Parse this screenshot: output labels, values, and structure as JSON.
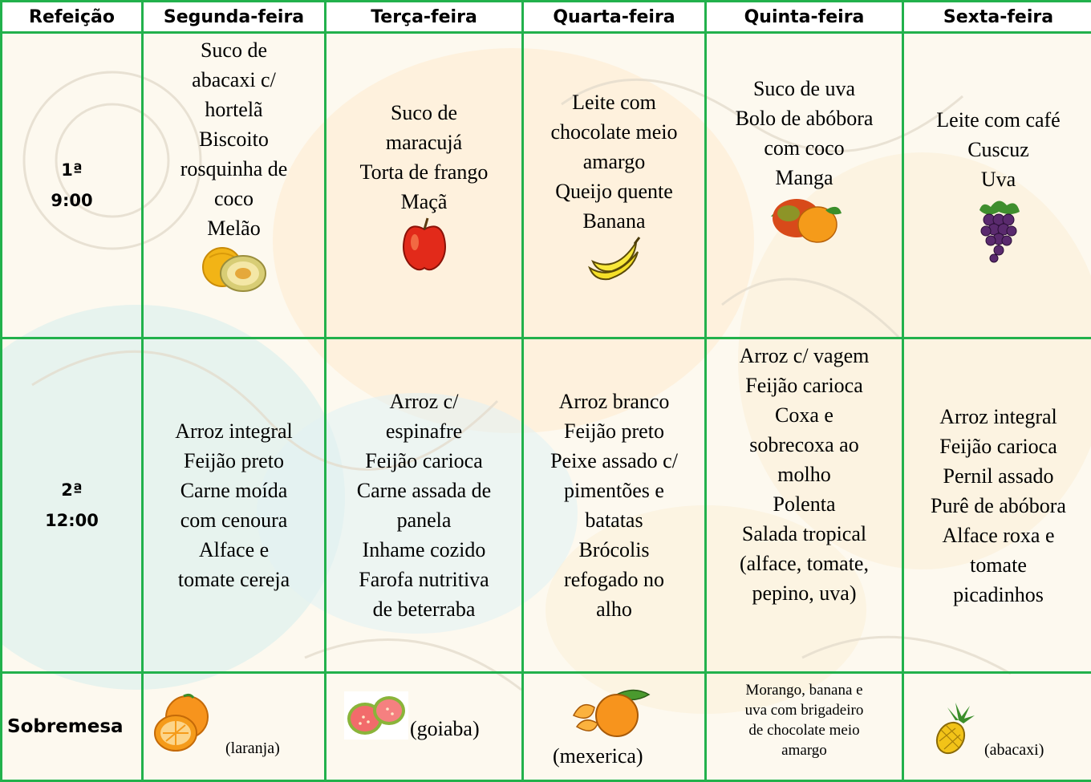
{
  "header": {
    "meal": "Refeição",
    "days": [
      "Segunda-feira",
      "Terça-feira",
      "Quarta-feira",
      "Quinta-feira",
      "Sexta-feira"
    ]
  },
  "rows": [
    {
      "label": [
        "1ª",
        "9:00"
      ],
      "cells": [
        {
          "lines": [
            "Suco de",
            "abacaxi c/",
            "hortelã",
            "Biscoito",
            "rosquinha de",
            "coco",
            "Melão"
          ],
          "icon": "melon-icon"
        },
        {
          "lines": [
            "Suco de",
            "maracujá",
            "Torta de frango",
            "Maçã"
          ],
          "icon": "apple-icon"
        },
        {
          "lines": [
            "Leite com",
            "chocolate meio",
            "amargo",
            "Queijo quente",
            "Banana"
          ],
          "icon": "banana-icon"
        },
        {
          "lines": [
            "Suco de uva",
            "Bolo de abóbora",
            "com coco",
            "Manga"
          ],
          "icon": "mango-icon"
        },
        {
          "lines": [
            "Leite com café",
            "Cuscuz",
            "Uva"
          ],
          "icon": "grapes-icon"
        }
      ]
    },
    {
      "label": [
        "2ª",
        "12:00"
      ],
      "cells": [
        {
          "lines": [
            "Arroz integral",
            "Feijão preto",
            "Carne moída",
            "com cenoura",
            "Alface e",
            "tomate cereja"
          ]
        },
        {
          "lines": [
            "Arroz c/",
            "espinafre",
            "Feijão carioca",
            "Carne assada de",
            "panela",
            "Inhame cozido",
            "Farofa nutritiva",
            "de beterraba"
          ]
        },
        {
          "lines": [
            "Arroz branco",
            "Feijão preto",
            "Peixe assado c/",
            "pimentões e",
            "batatas",
            "Brócolis",
            "refogado no",
            "alho"
          ]
        },
        {
          "lines": [
            "Arroz c/ vagem",
            "Feijão carioca",
            "Coxa e",
            "sobrecoxa ao",
            "molho",
            "Polenta",
            "Salada tropical",
            "(alface, tomate,",
            "pepino, uva)"
          ]
        },
        {
          "lines": [
            "Arroz integral",
            "Feijão carioca",
            "Pernil assado",
            "Purê de abóbora",
            "Alface roxa e",
            "tomate",
            "picadinhos"
          ]
        }
      ]
    }
  ],
  "dessert": {
    "label": "Sobremesa",
    "cells": [
      {
        "text": "(laranja)",
        "icon": "orange-icon"
      },
      {
        "text": "(goiaba)",
        "icon": "guava-icon"
      },
      {
        "text": "(mexerica)",
        "icon": "tangerine-icon"
      },
      {
        "lines": [
          "Morango, banana e",
          "uva com brigadeiro",
          "de chocolate meio",
          "amargo"
        ]
      },
      {
        "text": "(abacaxi)",
        "icon": "pineapple-icon"
      }
    ]
  },
  "colors": {
    "grid": "#22b14c",
    "header_bg": "#ffffff"
  }
}
